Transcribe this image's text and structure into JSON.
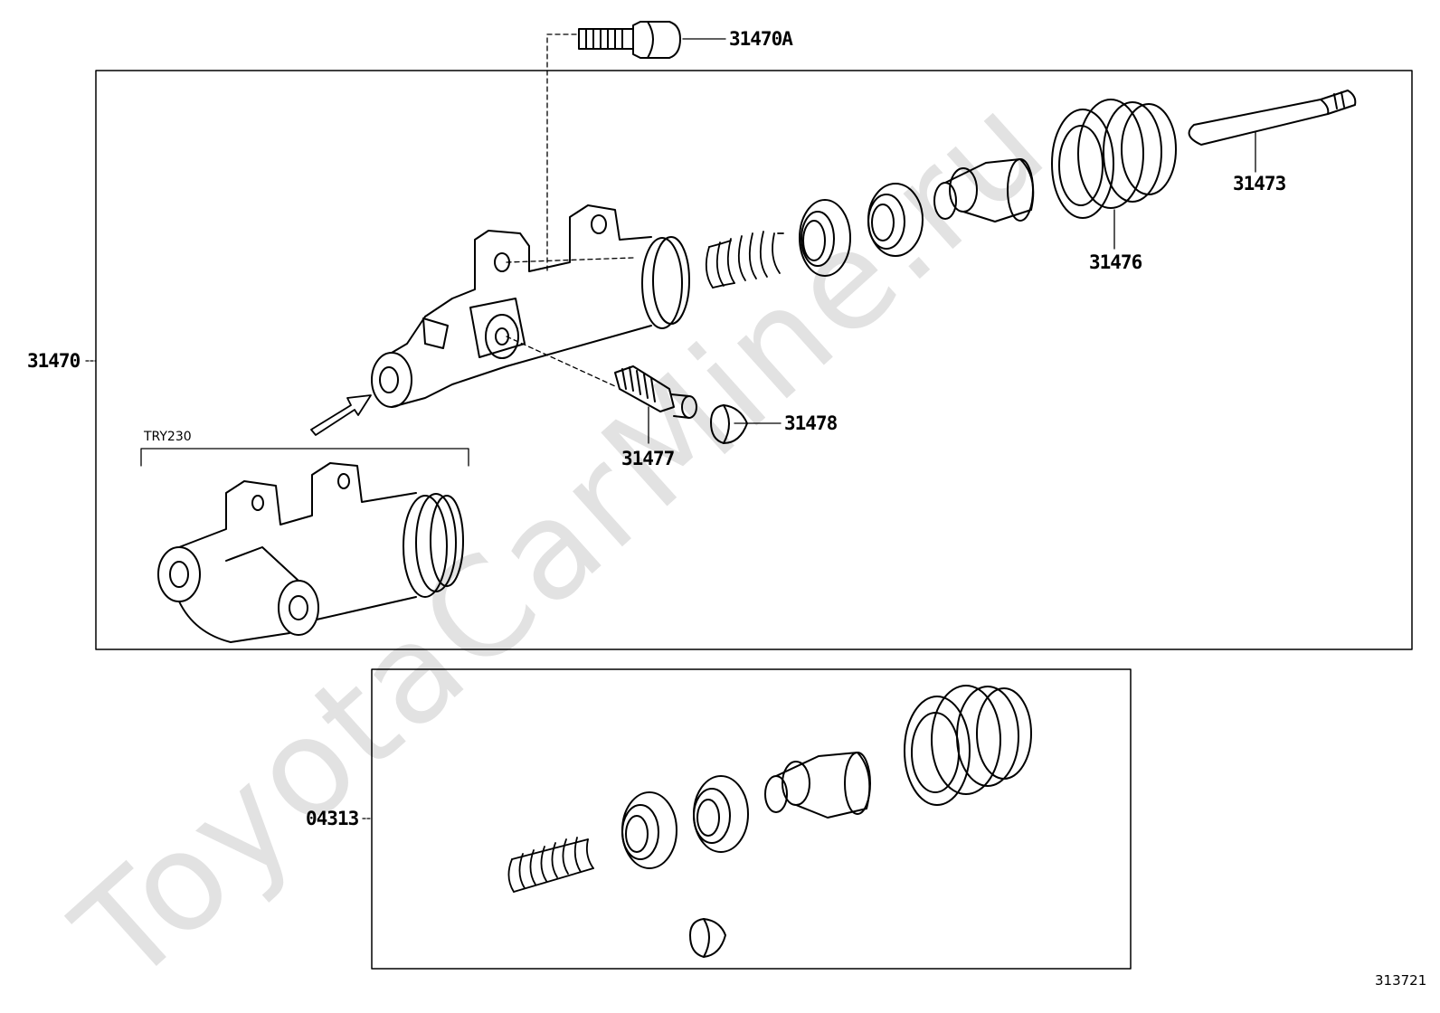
{
  "watermark": "ToyotaCarMine.ru",
  "sheet_id": "313721",
  "assembly_label": "31470",
  "kit_label": "04313",
  "variant_label": "TRY230",
  "parts": {
    "bolt": "31470A",
    "pushrod": "31473",
    "boot": "31476",
    "bleeder_plug": "31477",
    "bleeder_cap": "31478"
  }
}
